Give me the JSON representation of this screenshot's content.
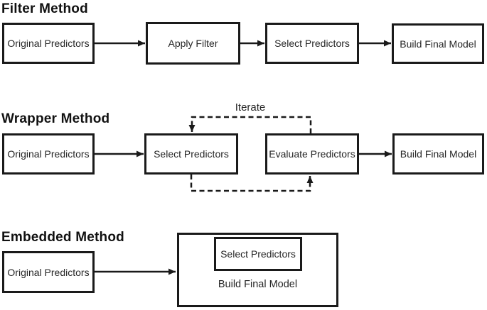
{
  "colors": {
    "stroke": "#1a1a1a",
    "text": "#262626",
    "background": "#ffffff"
  },
  "filter": {
    "title": "Filter Method",
    "boxes": {
      "original": "Original Predictors",
      "apply": "Apply Filter",
      "select": "Select Predictors",
      "build": "Build Final Model"
    }
  },
  "wrapper": {
    "title": "Wrapper Method",
    "iterate_label": "Iterate",
    "boxes": {
      "original": "Original Predictors",
      "select": "Select Predictors",
      "evaluate": "Evaluate Predictors",
      "build": "Build Final Model"
    }
  },
  "embedded": {
    "title": "Embedded Method",
    "boxes": {
      "original": "Original Predictors",
      "select": "Select Predictors",
      "build": "Build Final Model"
    }
  }
}
